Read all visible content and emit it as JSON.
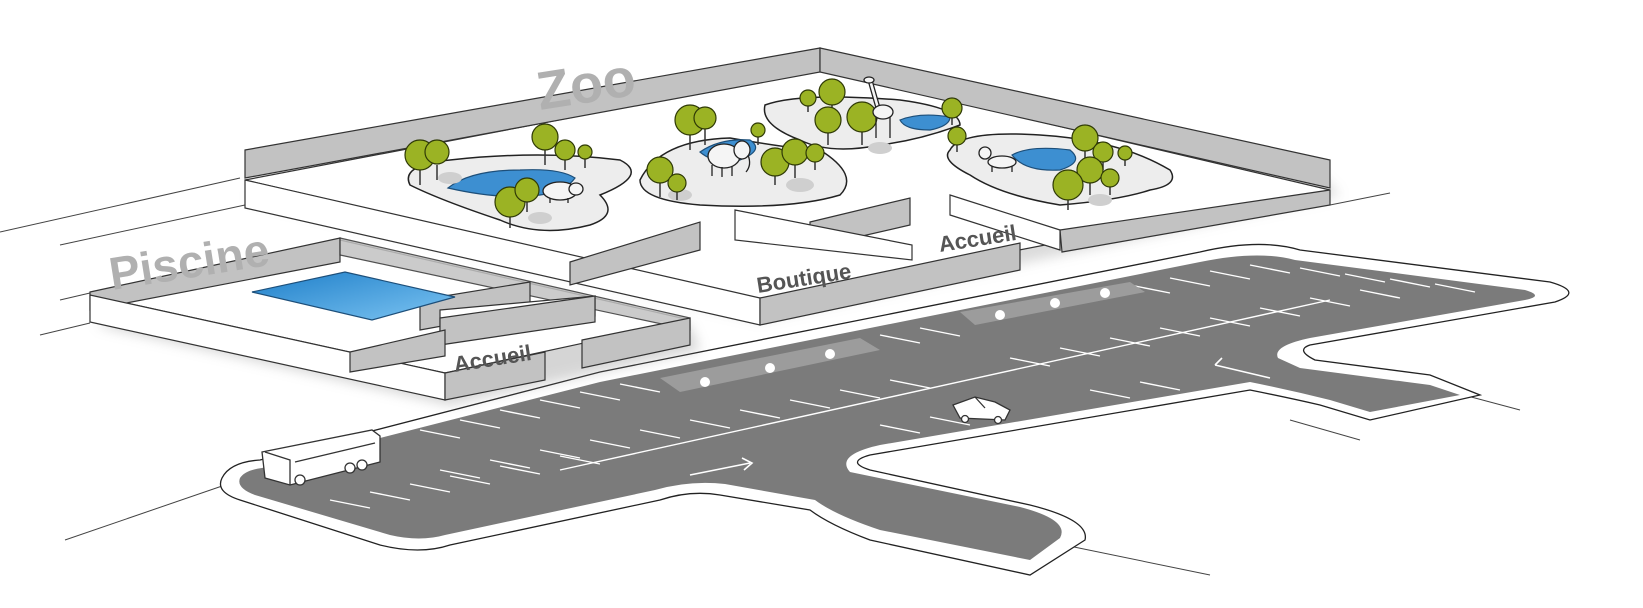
{
  "labels": {
    "zoo": "Zoo",
    "piscine": "Piscine",
    "boutique": "Boutique",
    "accueil_zoo": "Accueil",
    "accueil_piscine": "Accueil"
  },
  "colors": {
    "wall": "#c2c2c2",
    "road": "#7b7b7b",
    "tree": "#9bb324",
    "water": "#3d8fd1",
    "big_label": "#b0b0b0",
    "small_label": "#555555"
  },
  "icons": [
    "tree-icon",
    "pond-icon",
    "elephant-icon",
    "hippo-icon",
    "giraffe-icon",
    "lion-icon",
    "bus-icon",
    "car-icon",
    "accessible-parking-icon",
    "arrow-icon"
  ]
}
